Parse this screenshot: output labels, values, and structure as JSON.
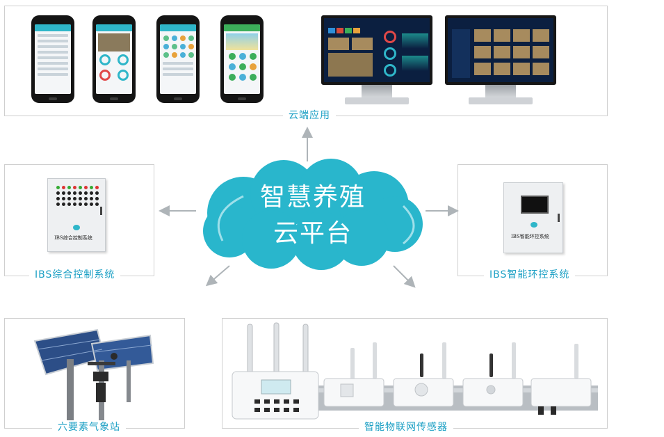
{
  "center": {
    "line1": "智慧养殖",
    "line2": "云平台"
  },
  "captions": {
    "cloud_apps": "云端应用",
    "ibs_integrated": "IBS综合控制系统",
    "ibs_smart_env": "IBS智能环控系统",
    "weather_station": "六要素气象站",
    "iot_sensors": "智能物联网传感器"
  },
  "devices": {
    "cabinet_left_label": "IBS综合控制系统",
    "cabinet_right_label": "IBS智能环控系统"
  },
  "colors": {
    "accent": "#1a9fc4",
    "cloud": "#29b6cc",
    "arrow": "#aeb4b8"
  }
}
